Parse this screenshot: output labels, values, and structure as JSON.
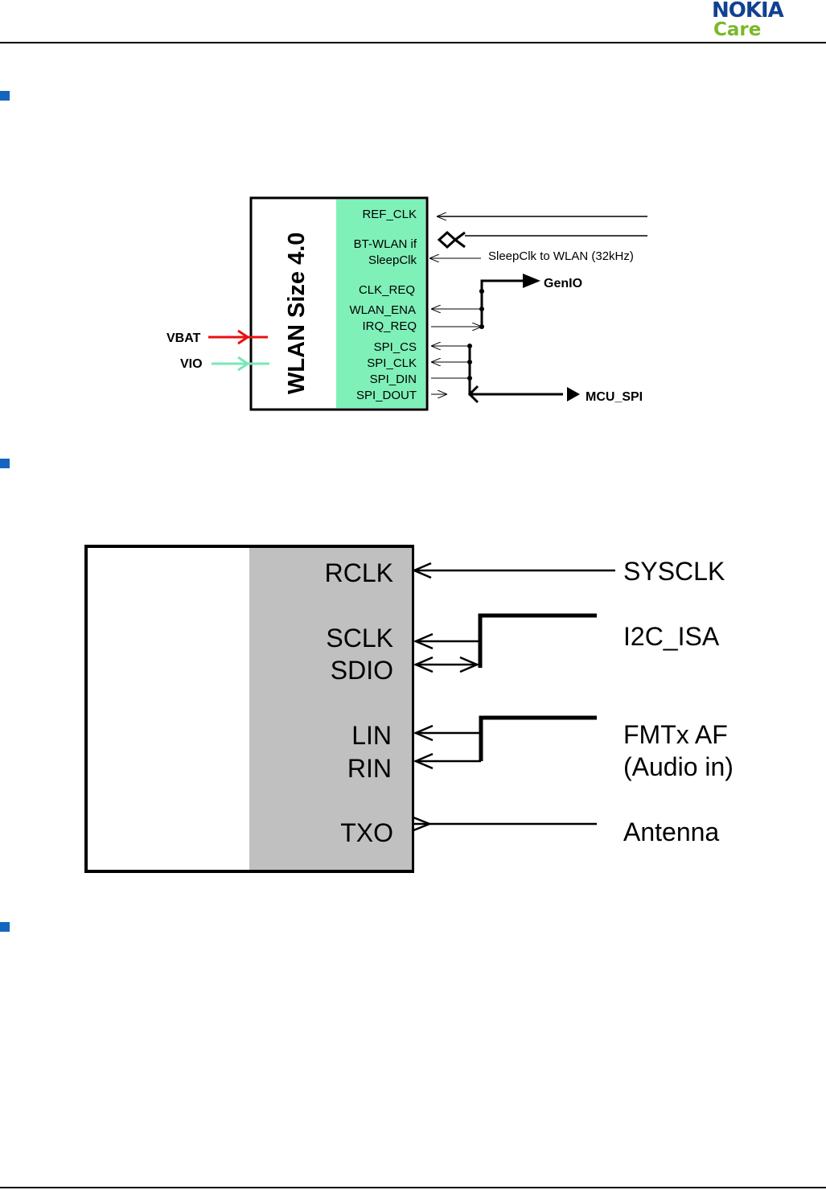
{
  "header": {
    "brand": "NOKIA",
    "subbrand": "Care",
    "brand_color": "#124191",
    "subbrand_color": "#7ab929"
  },
  "bullet_color": "#1565c0",
  "wlan_diagram": {
    "chip_title": "WLAN Size 4.0",
    "chip_pin_color": "#7ff0b8",
    "pins": [
      "REF_CLK",
      "BT-WLAN if",
      "SleepClk",
      "CLK_REQ",
      "WLAN_ENA",
      "IRQ_REQ",
      "SPI_CS",
      "SPI_CLK",
      "SPI_DIN",
      "SPI_DOUT"
    ],
    "sleepclk_note": "SleepClk to WLAN (32kHz)",
    "genio_label": "GenIO",
    "mcu_spi_label": "MCU_SPI",
    "power_inputs": [
      {
        "label": "VBAT",
        "color": "#e81010"
      },
      {
        "label": "VIO",
        "color": "#78e8b8"
      }
    ]
  },
  "fmtx_diagram": {
    "chip_pin_color": "#c0c0c0",
    "pins": [
      "RCLK",
      "SCLK",
      "SDIO",
      "LIN",
      "RIN",
      "TXO"
    ],
    "signals": [
      "SYSCLK",
      "I2C_ISA",
      "FMTx AF",
      "(Audio in)",
      "Antenna"
    ]
  }
}
